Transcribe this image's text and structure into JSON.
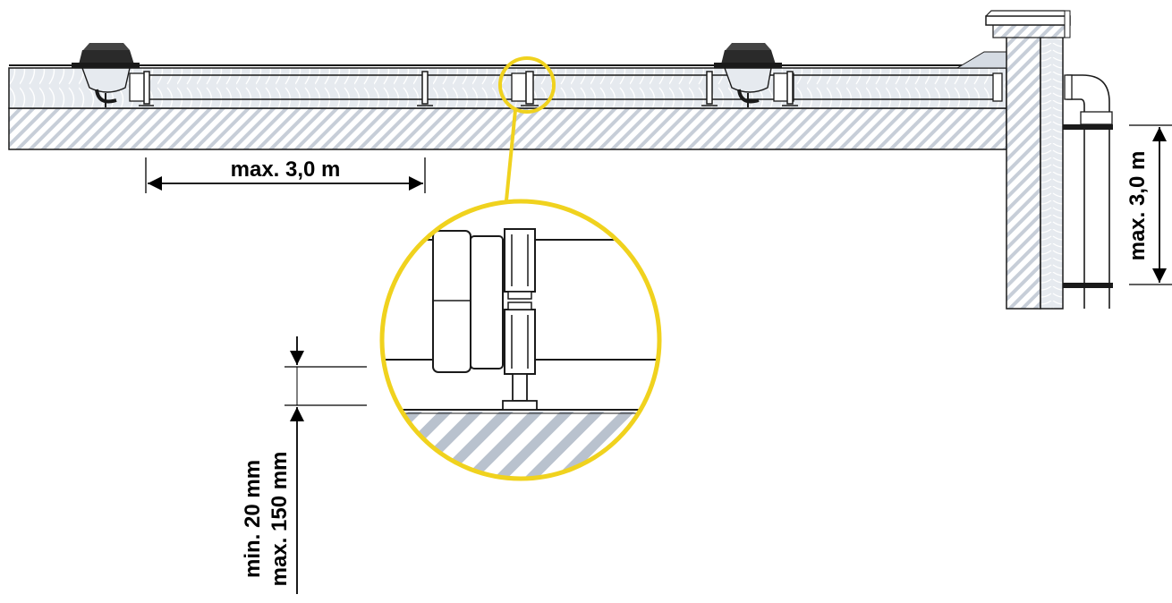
{
  "dimensions": {
    "horizontal_spacing": "max. 3,0 m",
    "vertical_spacing": "max. 3,0 m",
    "height_min": "min. 20 mm",
    "height_max": "max. 150 mm"
  },
  "colors": {
    "highlight": "#f0d21e",
    "concrete_hatch": "#b9c2ce",
    "insulation": "#dde3ea",
    "outline": "#1a1a1a"
  }
}
